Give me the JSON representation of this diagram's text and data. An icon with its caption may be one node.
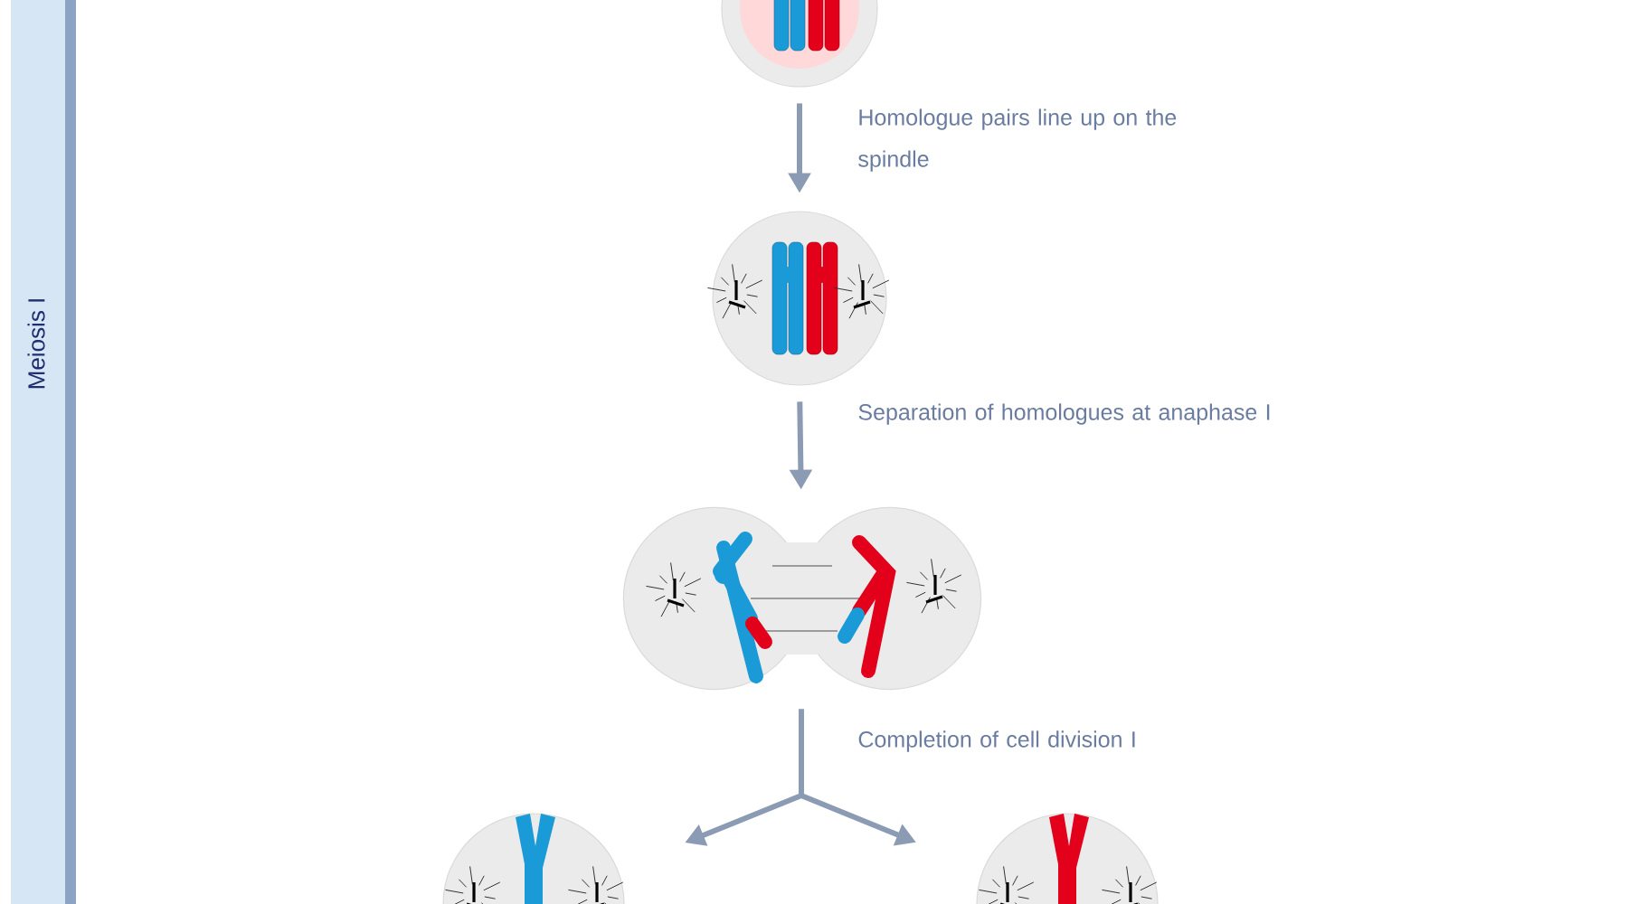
{
  "diagram": {
    "nodes": [
      {
        "text": [
          "Meiosis I"
        ]
      },
      {
        "text": [],
        "shape": "picture"
      },
      {
        "text": [],
        "shape": "picture"
      },
      {
        "text": [],
        "shape": "picture"
      },
      {
        "text": [],
        "shape": "picture"
      },
      {
        "text": [],
        "shape": "picture"
      }
    ],
    "edges": [
      {
        "from": 1,
        "to": 2,
        "arrow": "to",
        "label": "Homologue pairs line up on the spindle"
      },
      {
        "from": 2,
        "to": 3,
        "arrow": "to",
        "label": "Separation of homologues at anaphase I"
      },
      {
        "from": 3,
        "to": 4,
        "arrow": "to",
        "label": "Completion of cell division I"
      },
      {
        "from": 3,
        "to": 5,
        "arrow": "to"
      }
    ]
  }
}
